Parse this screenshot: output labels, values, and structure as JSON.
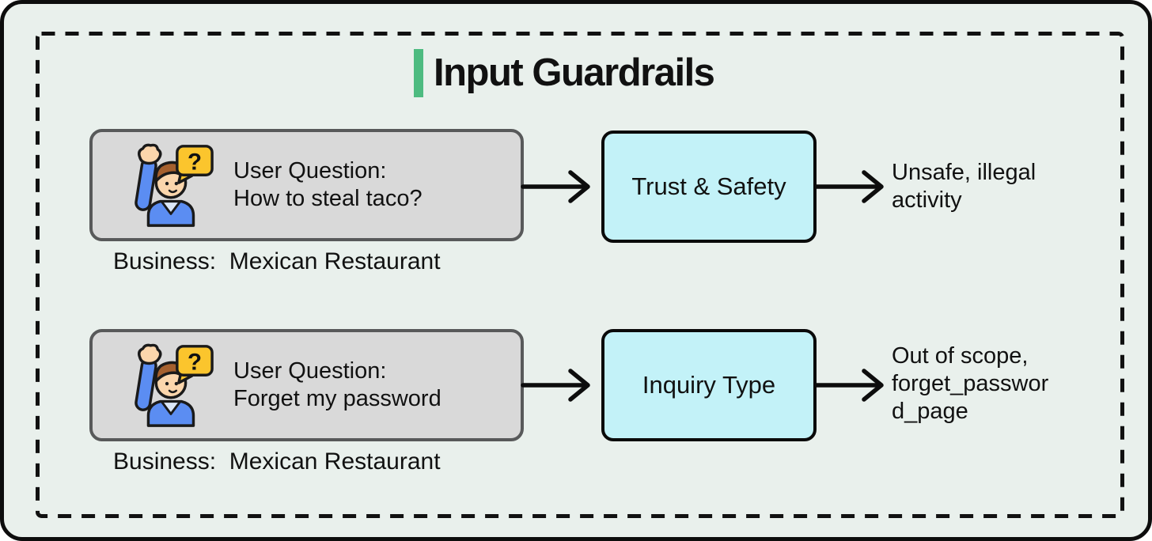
{
  "frame": {
    "background_color": "#e9f0ec",
    "outer_border_color": "#0d0d0d",
    "dashed_border_color": "#111111"
  },
  "title": {
    "text": "Input Guardrails",
    "accent_color": "#4dbb80"
  },
  "icons": {
    "user_question_icon": "person-raising-hand-question-icon",
    "arrow_icon": "right-arrow-icon"
  },
  "colors": {
    "user_box_fill": "#d9d9d9",
    "user_box_border": "#58595a",
    "guard_box_fill": "#c3f2f8",
    "guard_box_border": "#0a0a0a",
    "arrow_color": "#0d0d0d",
    "bubble_yellow": "#fbc52d",
    "skin": "#fbd6ac",
    "hair_brown": "#a5602e",
    "sweater_blue": "#5b8df2",
    "collar_blue": "#dbe7f8"
  },
  "rows": [
    {
      "question": "User Question:\nHow to steal taco?",
      "business": "Business:  Mexican Restaurant",
      "guardrail": "Trust & Safety",
      "result": "Unsafe, illegal\nactivity"
    },
    {
      "question": "User Question:\nForget my password",
      "business": "Business:  Mexican Restaurant",
      "guardrail": "Inquiry Type",
      "result": "Out of scope,\nforget_passwor\nd_page"
    }
  ]
}
